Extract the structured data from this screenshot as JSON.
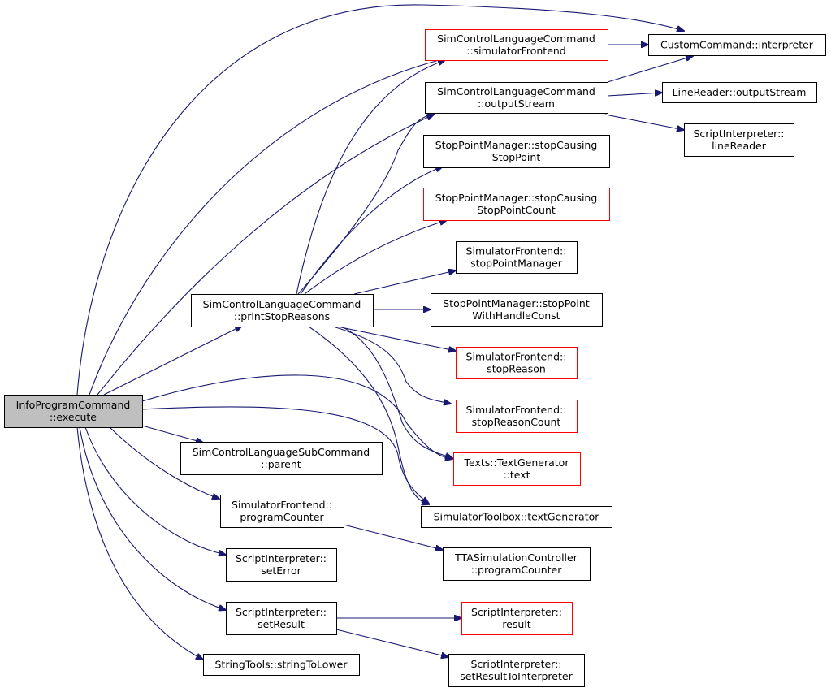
{
  "colors": {
    "edge": "#191970",
    "node_border": "#000000",
    "node_border_incomplete": "#ff0000",
    "root_fill": "#bfbfbf",
    "node_fill": "#ffffff"
  },
  "nodes": [
    {
      "id": "execute",
      "lines": [
        "InfoProgramCommand",
        "::execute"
      ],
      "style": "root"
    },
    {
      "id": "printStopReasons",
      "lines": [
        "SimControlLanguageCommand",
        "::printStopReasons"
      ],
      "style": "normal"
    },
    {
      "id": "simulatorFrontend",
      "lines": [
        "SimControlLanguageCommand",
        "::simulatorFrontend"
      ],
      "style": "red"
    },
    {
      "id": "interpreter",
      "lines": [
        "CustomCommand::interpreter"
      ],
      "style": "normal"
    },
    {
      "id": "outputStream",
      "lines": [
        "SimControlLanguageCommand",
        "::outputStream"
      ],
      "style": "normal"
    },
    {
      "id": "lr_outputStream",
      "lines": [
        "LineReader::outputStream"
      ],
      "style": "normal"
    },
    {
      "id": "lineReader",
      "lines": [
        "ScriptInterpreter::",
        "lineReader"
      ],
      "style": "normal"
    },
    {
      "id": "stopCausingStopPoint",
      "lines": [
        "StopPointManager::stopCausing",
        "StopPoint"
      ],
      "style": "normal"
    },
    {
      "id": "stopCausingStopPointCount",
      "lines": [
        "StopPointManager::stopCausing",
        "StopPointCount"
      ],
      "style": "red"
    },
    {
      "id": "stopPointManager",
      "lines": [
        "SimulatorFrontend::",
        "stopPointManager"
      ],
      "style": "normal"
    },
    {
      "id": "stopPointWithHandleConst",
      "lines": [
        "StopPointManager::stopPoint",
        "WithHandleConst"
      ],
      "style": "normal"
    },
    {
      "id": "stopReason",
      "lines": [
        "SimulatorFrontend::",
        "stopReason"
      ],
      "style": "red"
    },
    {
      "id": "stopReasonCount",
      "lines": [
        "SimulatorFrontend::",
        "stopReasonCount"
      ],
      "style": "red"
    },
    {
      "id": "text",
      "lines": [
        "Texts::TextGenerator",
        "::text"
      ],
      "style": "red"
    },
    {
      "id": "textGenerator",
      "lines": [
        "SimulatorToolbox::textGenerator"
      ],
      "style": "normal"
    },
    {
      "id": "parent",
      "lines": [
        "SimControlLanguageSubCommand",
        "::parent"
      ],
      "style": "normal"
    },
    {
      "id": "programCounter",
      "lines": [
        "SimulatorFrontend::",
        "programCounter"
      ],
      "style": "normal"
    },
    {
      "id": "tta_programCounter",
      "lines": [
        "TTASimulationController",
        "::programCounter"
      ],
      "style": "normal"
    },
    {
      "id": "setError",
      "lines": [
        "ScriptInterpreter::",
        "setError"
      ],
      "style": "normal"
    },
    {
      "id": "setResult",
      "lines": [
        "ScriptInterpreter::",
        "setResult"
      ],
      "style": "normal"
    },
    {
      "id": "result",
      "lines": [
        "ScriptInterpreter::",
        "result"
      ],
      "style": "red"
    },
    {
      "id": "setResultToInterpreter",
      "lines": [
        "ScriptInterpreter::",
        "setResultToInterpreter"
      ],
      "style": "normal"
    },
    {
      "id": "stringToLower",
      "lines": [
        "StringTools::stringToLower"
      ],
      "style": "normal"
    }
  ],
  "edges": [
    [
      "execute",
      "interpreter"
    ],
    [
      "execute",
      "simulatorFrontend"
    ],
    [
      "execute",
      "outputStream"
    ],
    [
      "execute",
      "printStopReasons"
    ],
    [
      "execute",
      "text"
    ],
    [
      "execute",
      "textGenerator"
    ],
    [
      "execute",
      "parent"
    ],
    [
      "execute",
      "programCounter"
    ],
    [
      "execute",
      "setError"
    ],
    [
      "execute",
      "setResult"
    ],
    [
      "execute",
      "stringToLower"
    ],
    [
      "printStopReasons",
      "simulatorFrontend"
    ],
    [
      "printStopReasons",
      "outputStream"
    ],
    [
      "printStopReasons",
      "stopCausingStopPoint"
    ],
    [
      "printStopReasons",
      "stopCausingStopPointCount"
    ],
    [
      "printStopReasons",
      "stopPointManager"
    ],
    [
      "printStopReasons",
      "stopPointWithHandleConst"
    ],
    [
      "printStopReasons",
      "stopReason"
    ],
    [
      "printStopReasons",
      "stopReasonCount"
    ],
    [
      "printStopReasons",
      "text"
    ],
    [
      "printStopReasons",
      "textGenerator"
    ],
    [
      "simulatorFrontend",
      "interpreter"
    ],
    [
      "outputStream",
      "interpreter"
    ],
    [
      "outputStream",
      "lr_outputStream"
    ],
    [
      "outputStream",
      "lineReader"
    ],
    [
      "programCounter",
      "tta_programCounter"
    ],
    [
      "setResult",
      "result"
    ],
    [
      "setResult",
      "setResultToInterpreter"
    ]
  ]
}
